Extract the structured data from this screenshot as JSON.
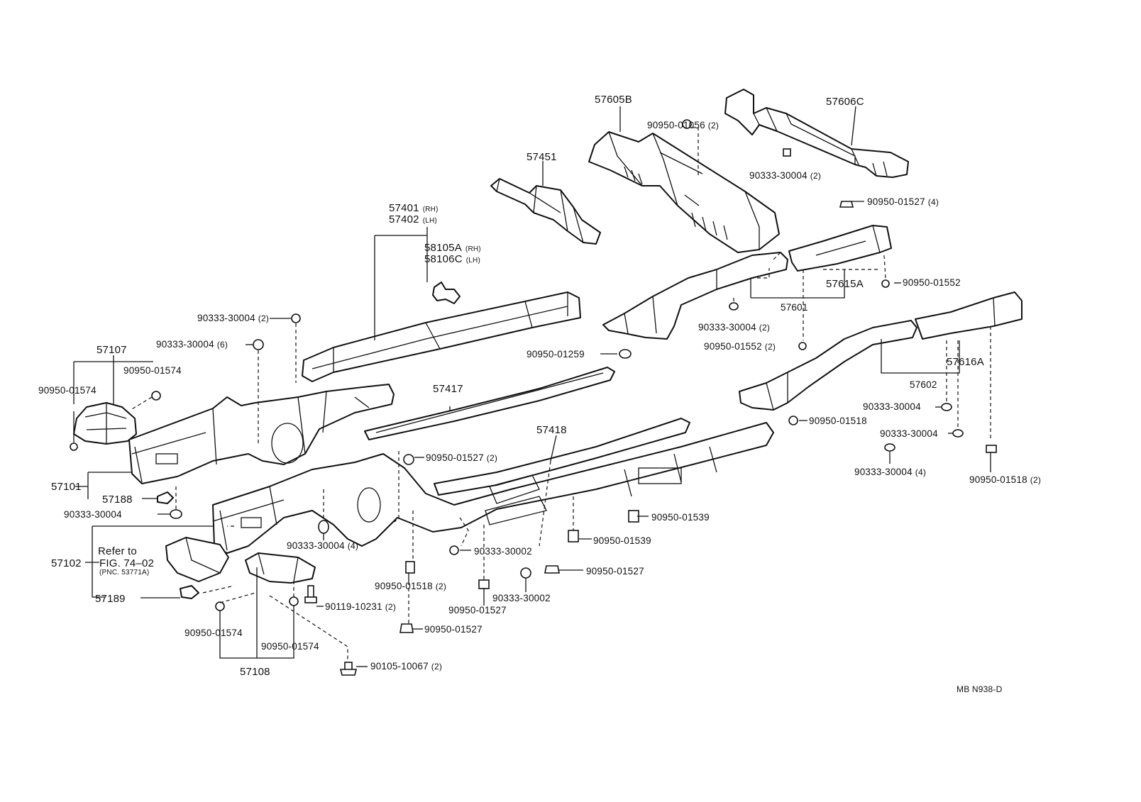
{
  "diagram": {
    "code": "MB N938-D",
    "labels": {
      "p57605B": "57605B",
      "p57606C": "57606C",
      "f9095001056": "90950-01056",
      "f9095001056q": "(2)",
      "p57451": "57451",
      "f9033330004a": "90333-30004",
      "f9033330004aq": "(2)",
      "f9095001527a": "90950-01527",
      "f9095001527aq": "(4)",
      "p57401": "57401",
      "p57401s": "(RH)",
      "p57402": "57402",
      "p57402s": "(LH)",
      "p58105A": "58105A",
      "p58105As": "(RH)",
      "p58106C": "58106C",
      "p58106Cs": "(LH)",
      "p57615A": "57615A",
      "f9095001552a": "90950-01552",
      "p57601": "57601",
      "f9033330004b": "90333-30004",
      "f9033330004bq": "(2)",
      "f9095001552b": "90950-01552",
      "f9095001552bq": "(2)",
      "f9033330004c": "90333-30004",
      "f9033330004cq": "(2)",
      "f9033330004d": "90333-30004",
      "f9033330004dq": "(6)",
      "p57107": "57107",
      "f9095001574a": "90950-01574",
      "f9095001574b": "90950-01574",
      "f9095001259": "90950-01259",
      "p57616A": "57616A",
      "p57417": "57417",
      "p57602": "57602",
      "f9033330004e": "90333-30004",
      "f9095001518a": "90950-01518",
      "f9033330004f": "90333-30004",
      "p57418": "57418",
      "f9095001527b": "90950-01527",
      "f9095001527bq": "(2)",
      "f9033330004g": "90333-30004",
      "f9033330004gq": "(4)",
      "f9095001518b": "90950-01518",
      "f9095001518bq": "(2)",
      "p57101": "57101",
      "p57188": "57188",
      "f9033330004h": "90333-30004",
      "f9095001539a": "90950-01539",
      "f9033330004i": "90333-30004",
      "f9033330004iq": "(4)",
      "f9095001539b": "90950-01539",
      "f9033330002a": "90333-30002",
      "refer1": "Refer to",
      "p57102": "57102",
      "refer2": "FIG. 74–02",
      "refer3": "(PNC. 53771A)",
      "f9095001527c": "90950-01527",
      "f9095001518c": "90950-01518",
      "f9095001518cq": "(2)",
      "f9033330002b": "90333-30002",
      "p57189": "57189",
      "f9011910231": "90119-10231",
      "f9011910231q": "(2)",
      "f9095001527d": "90950-01527",
      "f9095001527e": "90950-01527",
      "f9095001574c": "90950-01574",
      "f9095001574d": "90950-01574",
      "p57108": "57108",
      "f9010510067": "90105-10067",
      "f9010510067q": "(2)"
    }
  }
}
